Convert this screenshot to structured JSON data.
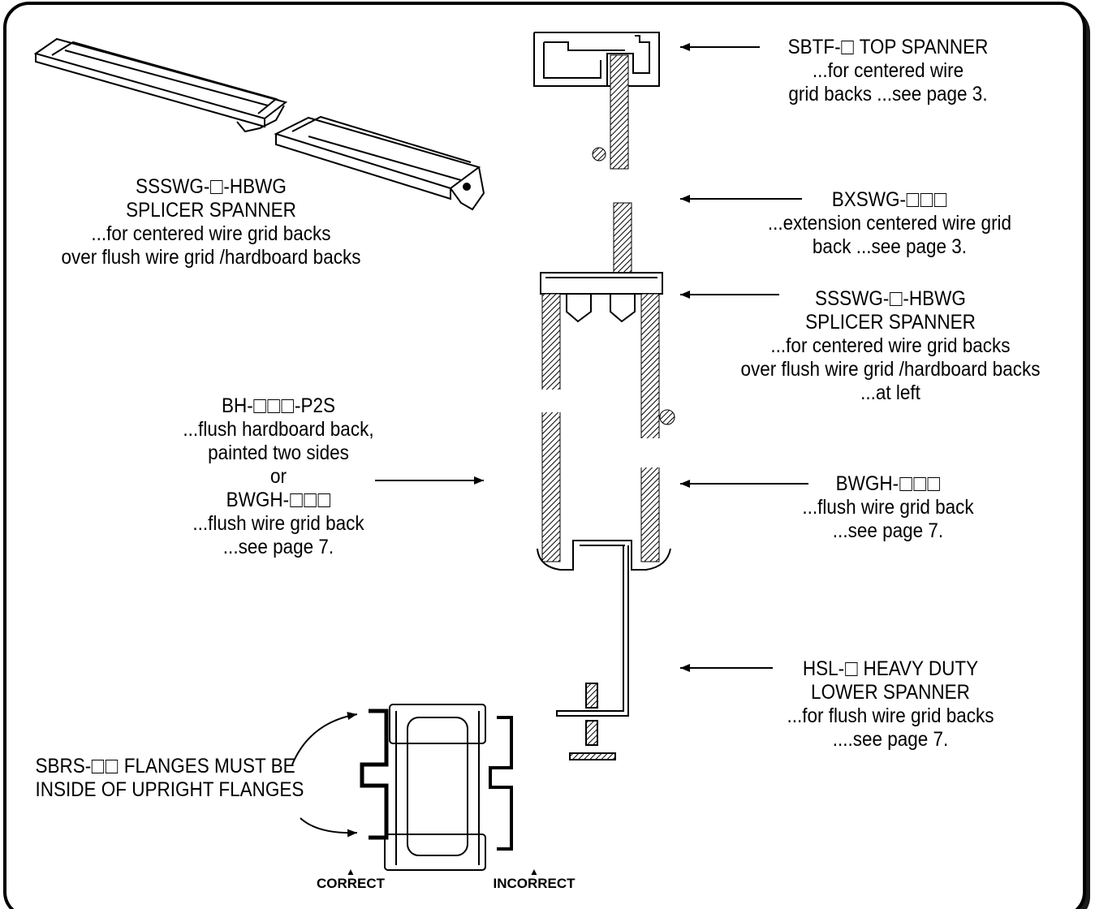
{
  "callouts": {
    "top_spanner": {
      "line1_pre": "SBTF-",
      "line1_post": " TOP SPANNER",
      "line2": "...for centered wire",
      "line3": "grid backs ...see page 3."
    },
    "extension": {
      "line1_pre": "BXSWG-",
      "line2": "...extension centered wire grid",
      "line3": "back ...see page 3."
    },
    "splicer_right": {
      "line1_pre": "SSSWG-",
      "line1_post": "-HBWG",
      "line2": "SPLICER  SPANNER",
      "line3": "...for centered wire grid backs",
      "line4": "over flush wire grid /hardboard backs",
      "line5": "...at left"
    },
    "flush_wire_right": {
      "line1_pre": "BWGH-",
      "line2": "...flush wire grid back",
      "line3": "...see page 7."
    },
    "lower_spanner": {
      "line1_pre": "HSL-",
      "line1_post": " HEAVY DUTY",
      "line2": "LOWER SPANNER",
      "line3": "...for flush wire grid backs",
      "line4": "....see page 7."
    },
    "splicer_left": {
      "line1_pre": "SSSWG-",
      "line1_post": "-HBWG",
      "line2": "SPLICER  SPANNER",
      "line3": "...for centered wire grid backs",
      "line4": "over flush wire grid /hardboard backs"
    },
    "hardboard_left": {
      "line1_pre": "BH-",
      "line1_post": "-P2S",
      "line2": "...flush hardboard back,",
      "line3": "painted two sides",
      "line4": "or",
      "line5_pre": "BWGH-",
      "line6": "...flush wire grid back",
      "line7": "...see page 7."
    },
    "flanges": {
      "line1_pre": "SBRS-",
      "line1_post": " FLANGES MUST BE",
      "line2": "INSIDE OF UPRIGHT FLANGES"
    }
  },
  "markers": {
    "correct": "CORRECT",
    "incorrect": "INCORRECT"
  }
}
